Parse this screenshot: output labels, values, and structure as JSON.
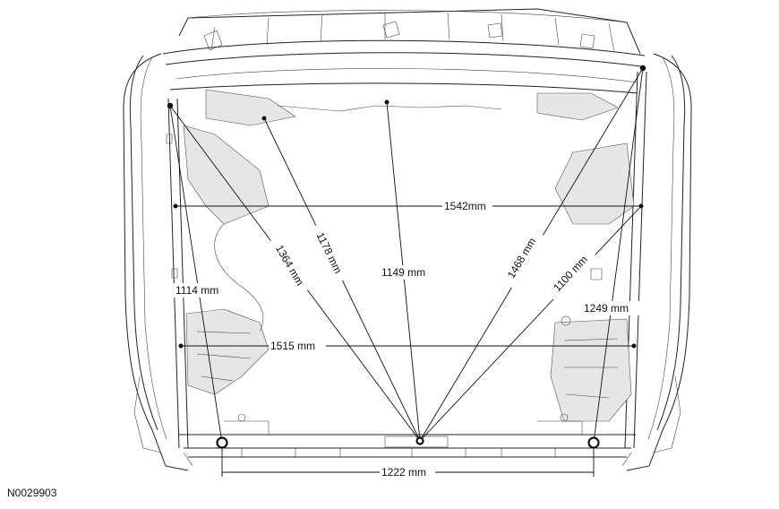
{
  "diagram": {
    "reference_code": "N0029903",
    "measurements": [
      {
        "id": "top-width",
        "label": "1542mm"
      },
      {
        "id": "lower-width",
        "label": "1515 mm"
      },
      {
        "id": "bottom-width",
        "label": "1222 mm"
      },
      {
        "id": "left-vertical",
        "label": "1114 mm"
      },
      {
        "id": "right-vertical",
        "label": "1249 mm"
      },
      {
        "id": "center-vertical",
        "label": "1149 mm"
      },
      {
        "id": "diag-left-outer",
        "label": "1364 mm"
      },
      {
        "id": "diag-left-inner",
        "label": "1178 mm"
      },
      {
        "id": "diag-right-outer",
        "label": "1468 mm"
      },
      {
        "id": "diag-right-inner",
        "label": "1100 mm"
      }
    ]
  }
}
